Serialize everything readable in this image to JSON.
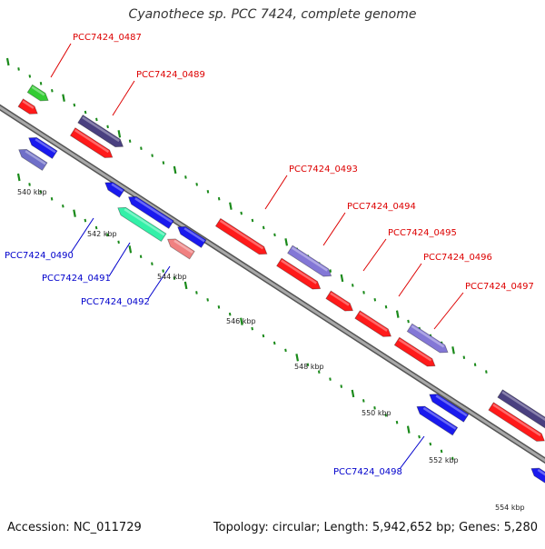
{
  "title": "Cyanothece sp. PCC 7424, complete genome",
  "footer": {
    "accession": "Accession: NC_011729",
    "summary": "Topology: circular; Length: 5,942,652 bp; Genes: 5,280"
  },
  "colors": {
    "background": "#ffffff",
    "backbone": "#8c8c8c",
    "tick": "#1a8a1a",
    "forward_label": "#dd0000",
    "reverse_label": "#0000cc"
  },
  "ruler_labels": [
    "540 kbp",
    "542 kbp",
    "544 kbp",
    "546 kbp",
    "548 kbp",
    "550 kbp",
    "552 kbp",
    "554 kbp"
  ],
  "gene_labels": [
    {
      "name": "PCC7424_0487",
      "strand": "forward"
    },
    {
      "name": "PCC7424_0489",
      "strand": "forward"
    },
    {
      "name": "PCC7424_0493",
      "strand": "forward"
    },
    {
      "name": "PCC7424_0494",
      "strand": "forward"
    },
    {
      "name": "PCC7424_0495",
      "strand": "forward"
    },
    {
      "name": "PCC7424_0496",
      "strand": "forward"
    },
    {
      "name": "PCC7424_0497",
      "strand": "forward"
    },
    {
      "name": "PCC7424_0490",
      "strand": "reverse"
    },
    {
      "name": "PCC7424_0491",
      "strand": "reverse"
    },
    {
      "name": "PCC7424_0492",
      "strand": "reverse"
    },
    {
      "name": "PCC7424_0498",
      "strand": "reverse"
    }
  ],
  "feature_colors": {
    "red": "#ff1a1a",
    "green": "#33cc33",
    "navy": "#4a4080",
    "lavender": "#8377d6",
    "blue": "#1a1aee",
    "cyan": "#33f0a8",
    "pink": "#f08080",
    "slate": "#6f6fc8"
  }
}
